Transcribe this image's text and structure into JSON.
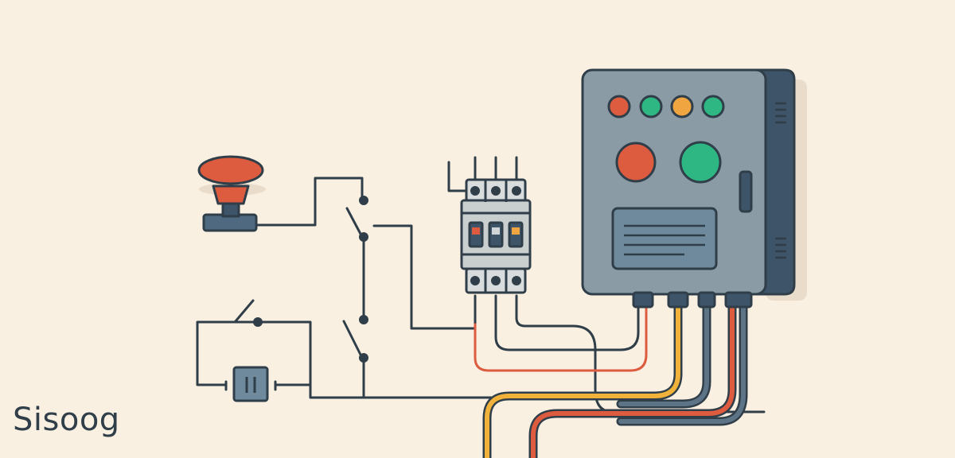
{
  "brand": {
    "logo_text": "Sisoog"
  },
  "palette": {
    "background": "#faf0e2",
    "wire": "#2f3e48",
    "panel": "#8a9ba6",
    "panel_side": "#3e5468",
    "red": "#dd5b3f",
    "green": "#2fb783",
    "orange": "#f0a540",
    "yellow": "#f0b23a"
  },
  "components": {
    "push_button": {
      "cap_color": "red"
    },
    "breaker_poles": 3,
    "indicator_lamps": [
      "red",
      "green",
      "orange",
      "green"
    ],
    "panel_buttons": [
      "red",
      "green"
    ],
    "cable_glands": 4,
    "cables": [
      "yellow",
      "dark",
      "red",
      "dark"
    ]
  }
}
